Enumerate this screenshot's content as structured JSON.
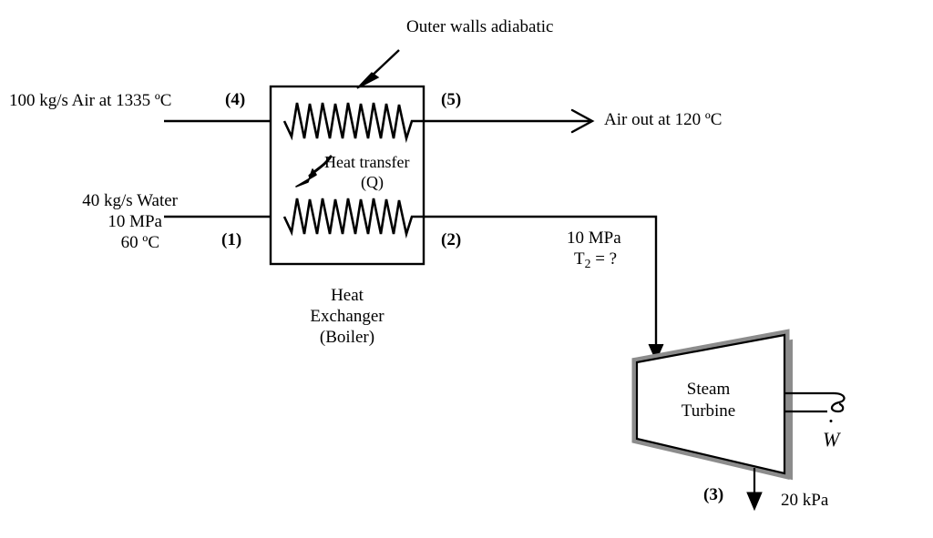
{
  "diagram": {
    "title": "Heat exchanger and steam turbine schematic",
    "colors": {
      "line": "#000000",
      "shadow": "#8c8c8c",
      "background": "#ffffff"
    },
    "annotations": {
      "outer_walls": "Outer walls adiabatic",
      "heat_transfer": "Heat transfer",
      "heat_transfer_symbol": "(Q)"
    },
    "heat_exchanger": {
      "caption_line1": "Heat",
      "caption_line2": "Exchanger",
      "caption_line3": "(Boiler)"
    },
    "air_stream": {
      "inlet_label": "100 kg/s Air at 1335 ºC",
      "inlet_state": "(4)",
      "outlet_state": "(5)",
      "outlet_label": "Air out at 120 ºC"
    },
    "water_stream": {
      "inlet_line1": "40 kg/s Water",
      "inlet_line2": "10 MPa",
      "inlet_line3": "60 ºC",
      "inlet_state": "(1)",
      "outlet_state": "(2)",
      "pipe_pressure": "10 MPa",
      "pipe_temperature_prefix": "T",
      "pipe_temperature_subscript": "2",
      "pipe_temperature_suffix": " = ?"
    },
    "turbine": {
      "label_line1": "Steam",
      "label_line2": "Turbine",
      "work_symbol": "W",
      "exit_state": "(3)",
      "exit_pressure": "20 kPa"
    }
  }
}
